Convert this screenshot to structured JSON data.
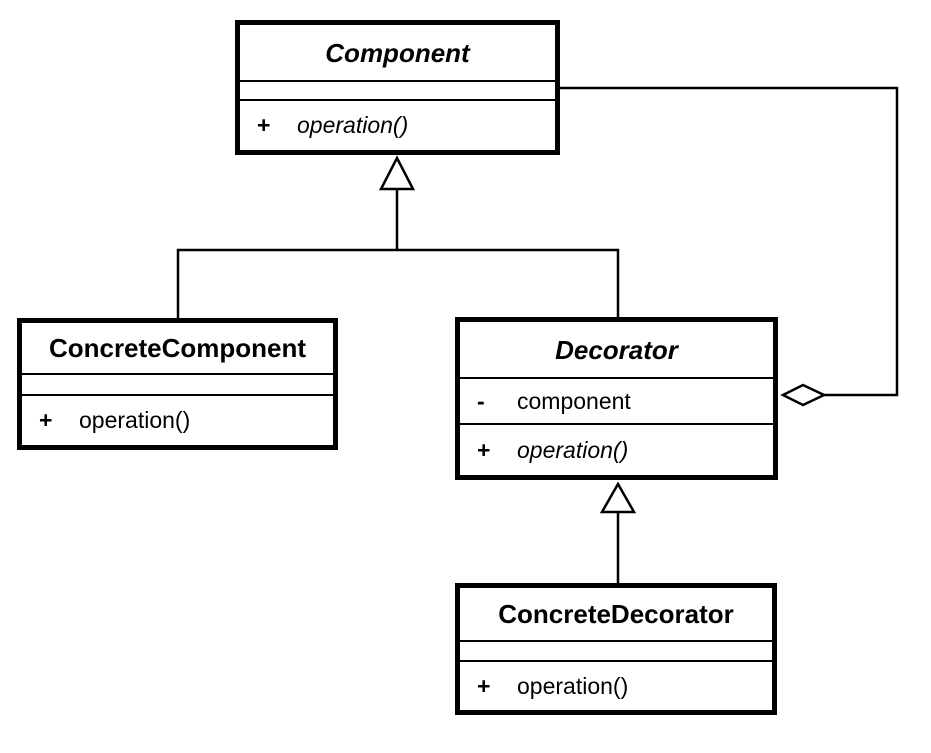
{
  "diagram": {
    "type": "uml-class-diagram",
    "pattern_name": "Decorator",
    "colors": {
      "stroke": "#000000",
      "background": "#ffffff",
      "box_fill": "#ffffff"
    }
  },
  "classes": [
    {
      "name": "Component",
      "abstract": true,
      "attributes": [],
      "methods": [
        {
          "visibility": "+",
          "signature": "operation()",
          "abstract": true
        }
      ]
    },
    {
      "name": "ConcreteComponent",
      "abstract": false,
      "attributes": [],
      "methods": [
        {
          "visibility": "+",
          "signature": "operation()",
          "abstract": false
        }
      ]
    },
    {
      "name": "Decorator",
      "abstract": true,
      "attributes": [
        {
          "visibility": "-",
          "name": "component"
        }
      ],
      "methods": [
        {
          "visibility": "+",
          "signature": "operation()",
          "abstract": true
        }
      ]
    },
    {
      "name": "ConcreteDecorator",
      "abstract": false,
      "attributes": [],
      "methods": [
        {
          "visibility": "+",
          "signature": "operation()",
          "abstract": false
        }
      ]
    }
  ],
  "relationships": [
    {
      "type": "generalization",
      "from": "ConcreteComponent",
      "to": "Component"
    },
    {
      "type": "generalization",
      "from": "Decorator",
      "to": "Component"
    },
    {
      "type": "generalization",
      "from": "ConcreteDecorator",
      "to": "Decorator"
    },
    {
      "type": "aggregation",
      "owner": "Decorator",
      "part": "Component"
    }
  ]
}
